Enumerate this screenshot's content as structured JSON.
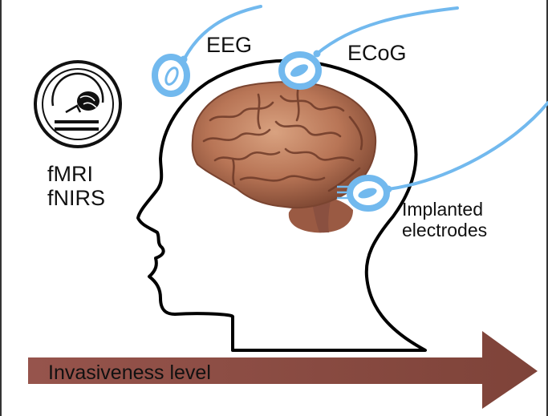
{
  "labels": {
    "eeg": "EEG",
    "ecog": "ECoG",
    "implanted": "Implanted",
    "electrodes": "electrodes",
    "fmri": "fMRI",
    "fnirs": "fNIRS",
    "invasiveness": "Invasiveness level"
  },
  "icons": {
    "scanner": "mri-scanner-icon",
    "brain": "brain-illustration",
    "head": "head-silhouette"
  },
  "colors": {
    "electrode": "#72b9ee",
    "arrow": "#8a4a43",
    "outline": "#000000",
    "brain": "#b87556"
  }
}
